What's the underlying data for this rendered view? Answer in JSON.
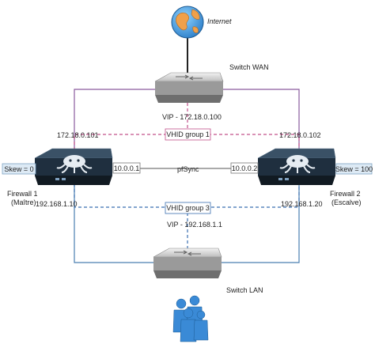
{
  "internet": {
    "label": "Internet"
  },
  "switch_wan": {
    "label": "Switch WAN"
  },
  "switch_lan": {
    "label": "Switch LAN"
  },
  "vip_wan": "VIP - 172.18.0.100",
  "vip_lan": "VIP - 192.168.1.1",
  "vhid_group_1": "VHID group 1",
  "vhid_group_3": "VHID group 3",
  "firewall_1": {
    "name": "Firewall 1",
    "role": "(Maître)",
    "skew": "Skew = 0",
    "wan_ip": "172.18.0.101",
    "lan_ip": "192.168.1.10",
    "sync_ip": "10.0.0.1"
  },
  "firewall_2": {
    "name": "Firewall 2",
    "role": "(Escalve)",
    "skew": "Skew = 100",
    "wan_ip": "172.18.0.102",
    "lan_ip": "192.168.1.20",
    "sync_ip": "10.0.0.2"
  },
  "pfsync": "pfSync",
  "icons": {
    "internet": "globe-icon",
    "users": "users-icon",
    "switch": "network-switch-icon",
    "firewall": "pfsense-firewall-icon"
  },
  "colors": {
    "wan_link": "#8a5a9e",
    "lan_link": "#4a7fb0",
    "vhid1": "#c2508a",
    "vhid3": "#3a6fb0",
    "skew_box": "#ddeaf5",
    "firewall_body": "#1f2f3f"
  }
}
